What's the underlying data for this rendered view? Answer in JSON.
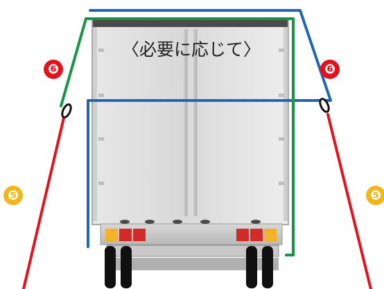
{
  "diagram": {
    "note": "〈必要に応じて〉",
    "left_markers": [
      "❻",
      "❺"
    ],
    "right_markers": [
      "❻",
      "❺"
    ],
    "colors": {
      "blue_line": "#1f67b4",
      "green_line": "#159640",
      "red_line": "#e5121b",
      "marker_six": "#e5121b",
      "marker_five": "#f3b51c",
      "truck_body": "#dcdcdc",
      "truck_frame": "#b6b6b6",
      "taillight_red": "#d32a2a",
      "taillight_amber": "#f4b12a",
      "tire": "#101010"
    },
    "icons": [
      "truck-icon",
      "loop-icon"
    ]
  }
}
